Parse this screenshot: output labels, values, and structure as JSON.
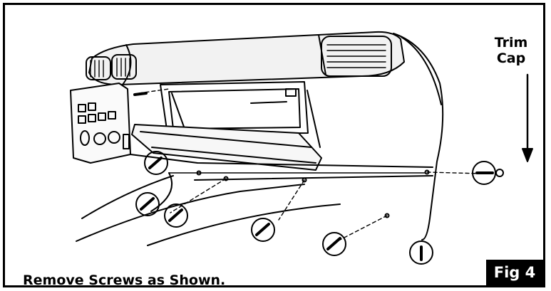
{
  "callout": {
    "line1": "Trim",
    "line2": "Cap"
  },
  "caption": "Remove Screws as Shown.",
  "figure_label": "Fig 4",
  "colors": {
    "ink": "#000000",
    "paper": "#ffffff"
  },
  "icons": [
    "screw-icon",
    "trim-cap-icon",
    "arrow-down-icon"
  ]
}
